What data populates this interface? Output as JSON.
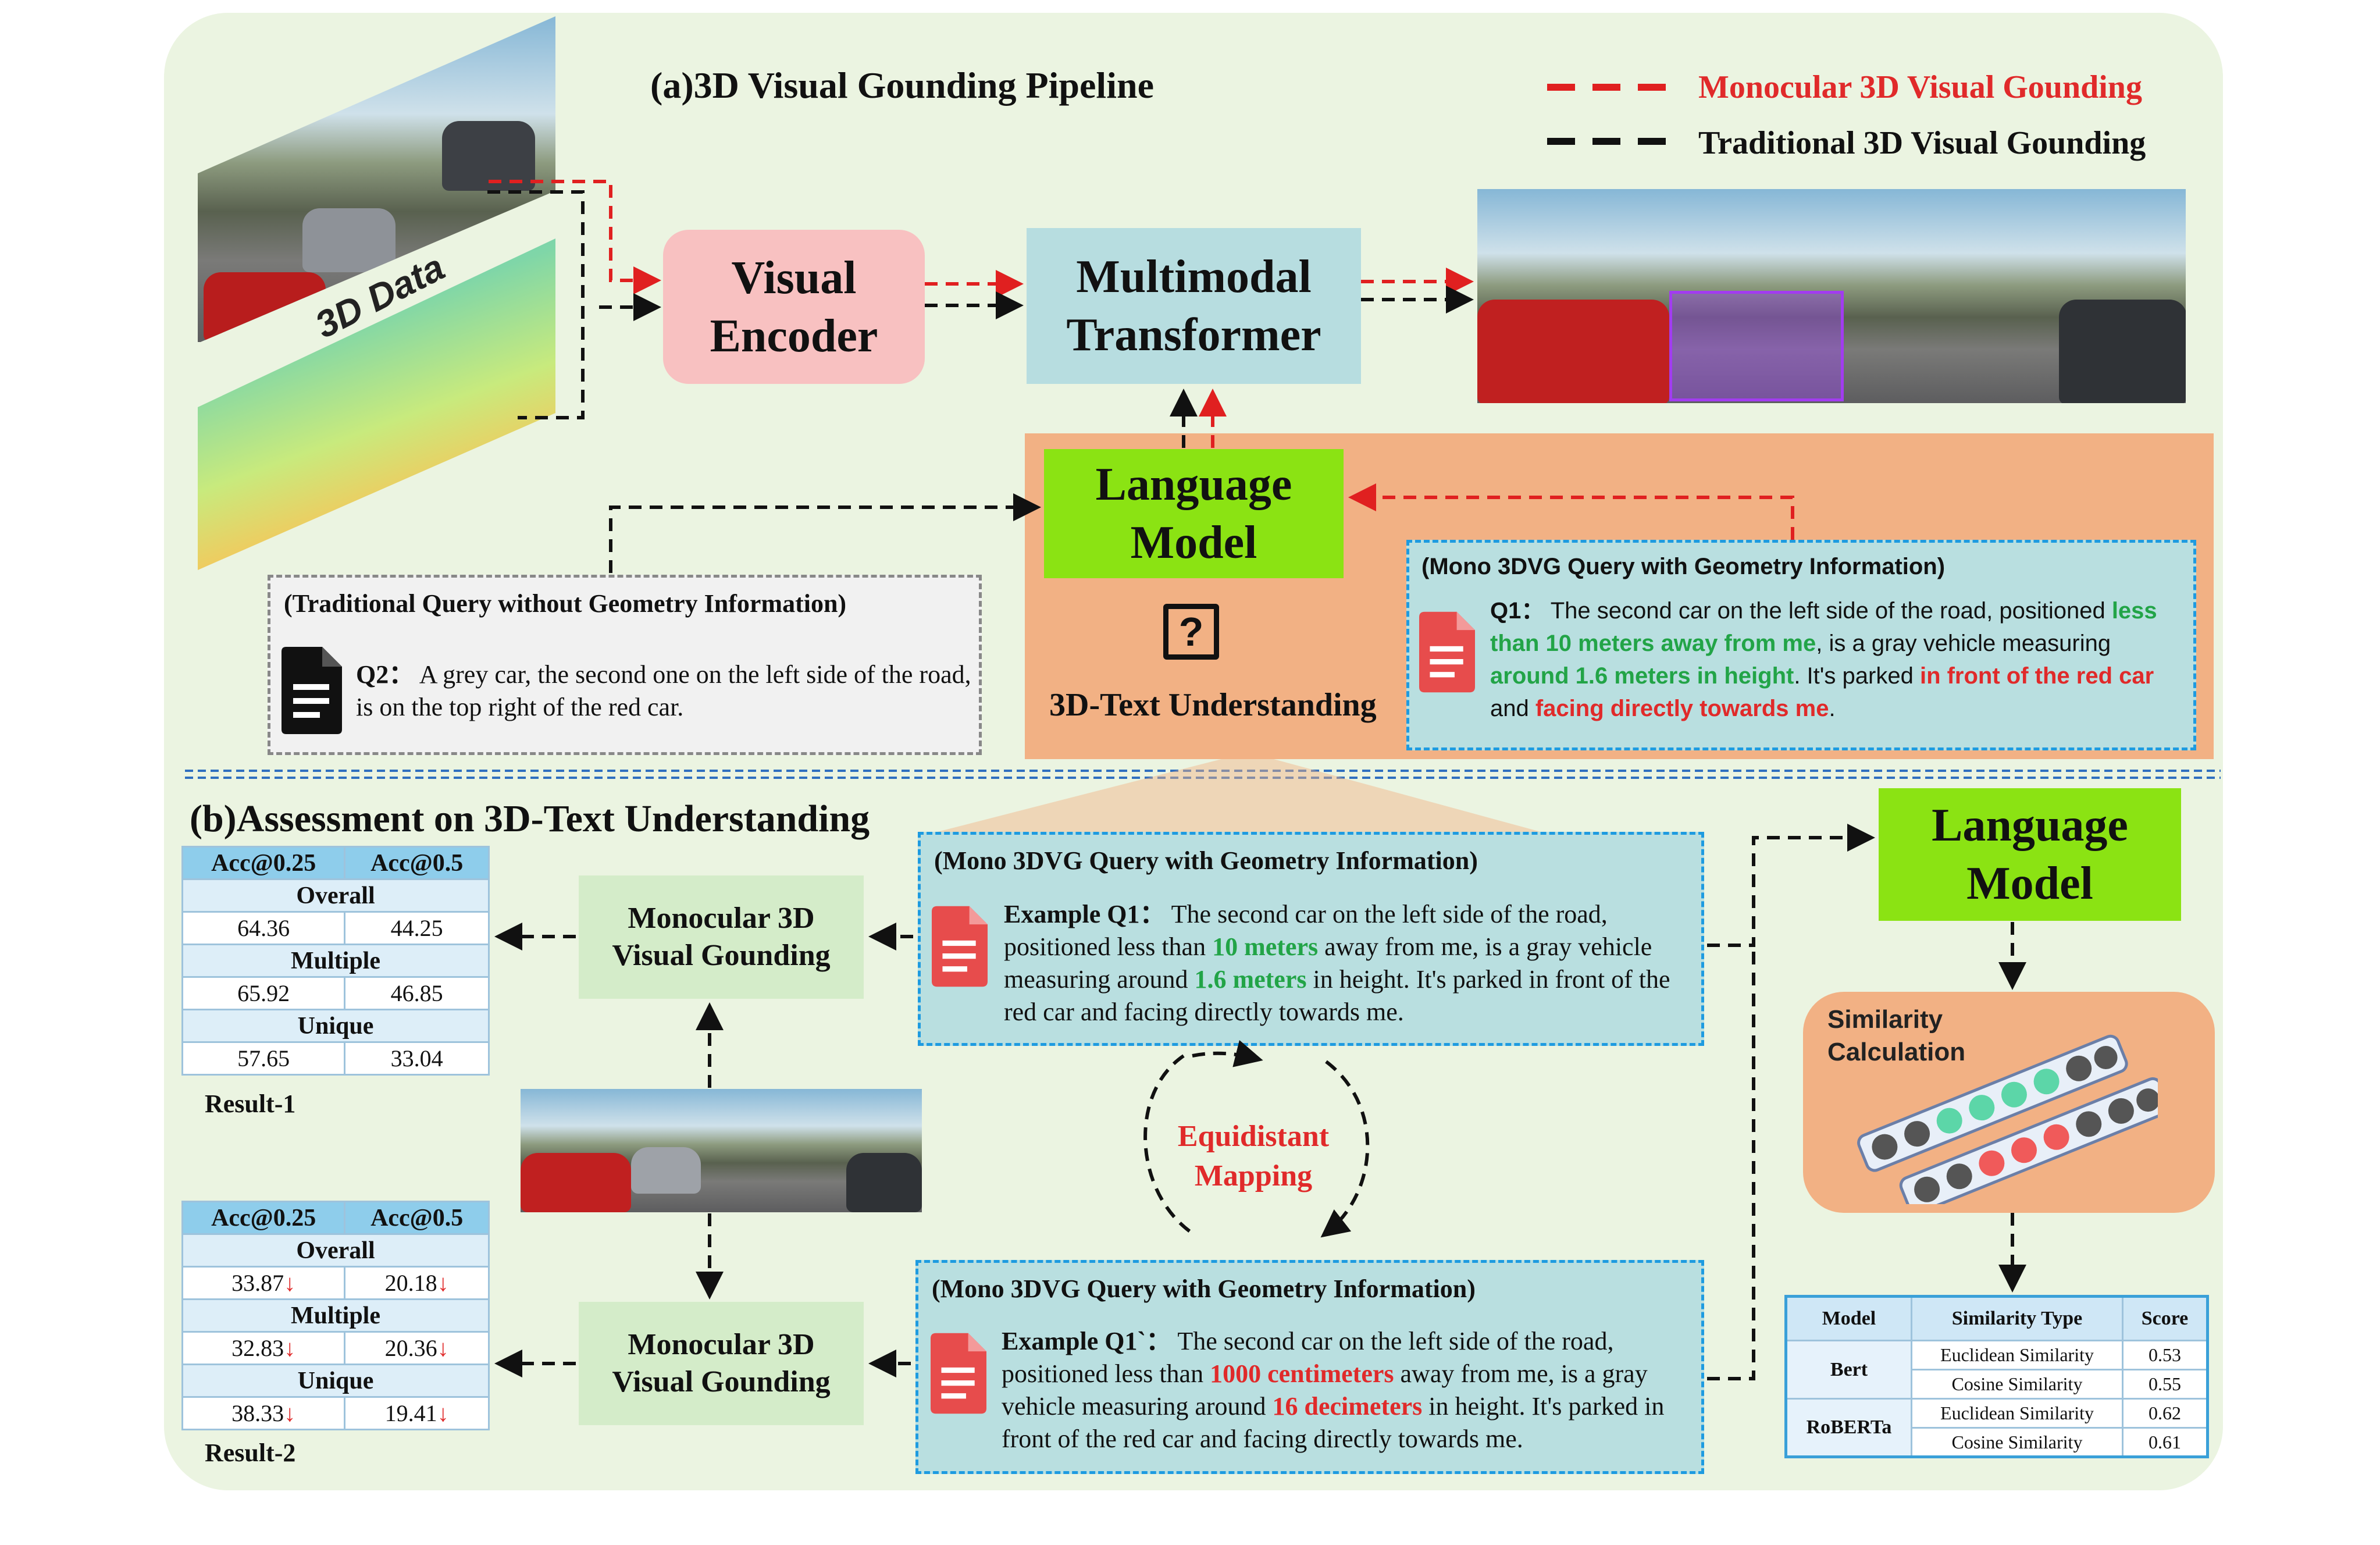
{
  "pipeline": {
    "title": "(a)3D Visual Gounding Pipeline",
    "legend": {
      "mono": "Monocular 3D Visual Gounding",
      "traditional": "Traditional 3D Visual Gounding"
    },
    "data_label": "3D Data",
    "visual_encoder": "Visual Encoder",
    "multimodal_transformer": "Multimodal Transformer",
    "language_model": "Language Model",
    "understanding_label": "3D-Text Understanding",
    "trad_query": {
      "header": "(Traditional Query without Geometry Information)",
      "label": "Q2：",
      "text": " A grey car, the second one on the left side  of the road, is on the top right of the red car."
    },
    "mono_query": {
      "header": "(Mono 3DVG Query with Geometry Information)",
      "label": "Q1：",
      "t1": "The second car on the left side of the road, positioned ",
      "g1": "less than 10 meters away from me",
      "t2": ", is a gray vehicle measuring ",
      "g2": "around 1.6 meters in height",
      "t3": ". It's parked ",
      "r1": "in front of the red car",
      "t4": " and ",
      "r2": "facing directly towards me",
      "t5": "."
    }
  },
  "assessment": {
    "title": "(b)Assessment on 3D-Text Understanding",
    "table_headers": [
      "Acc@0.25",
      "Acc@0.5"
    ],
    "result1": {
      "label": "Result-1",
      "groups": [
        {
          "name": "Overall",
          "values": [
            "64.36",
            "44.25"
          ]
        },
        {
          "name": "Multiple",
          "values": [
            "65.92",
            "46.85"
          ]
        },
        {
          "name": "Unique",
          "values": [
            "57.65",
            "33.04"
          ]
        }
      ]
    },
    "result2": {
      "label": "Result-2",
      "arrow": "↓",
      "groups": [
        {
          "name": "Overall",
          "values": [
            "33.87",
            "20.18"
          ]
        },
        {
          "name": "Multiple",
          "values": [
            "32.83",
            "20.36"
          ]
        },
        {
          "name": "Unique",
          "values": [
            "38.33",
            "19.41"
          ]
        }
      ]
    },
    "mono_grounding": "Monocular 3D Visual Gounding",
    "query1": {
      "header": "(Mono 3DVG Query with Geometry Information)",
      "label": "Example Q1：",
      "t1": " The second car on the left side of the road, positioned less than ",
      "h1": "10 meters",
      "t2": " away from me, is a gray vehicle  measuring around ",
      "h2": "1.6 meters",
      "t3": " in height. It's parked in front of the red car and facing directly towards me."
    },
    "mapping": "Equidistant Mapping",
    "query2": {
      "header": "(Mono 3DVG Query with Geometry Information)",
      "label": "Example Q1`：",
      "t1": " The second car on the left side of the road, positioned less than ",
      "h1": "1000 centimeters",
      "t2": " away from me, is a gray vehicle  measuring around ",
      "h2": "16 decimeters",
      "t3": " in height. It's parked in front of the red car and facing directly towards me."
    },
    "language_model": "Language Model",
    "similarity": "Similarity Calculation",
    "sim_table": {
      "headers": [
        "Model",
        "Similarity Type",
        "Score"
      ],
      "rows": [
        {
          "model": "Bert",
          "type": "Euclidean Similarity",
          "score": "0.53"
        },
        {
          "model": "",
          "type": "Cosine Similarity",
          "score": "0.55"
        },
        {
          "model": "RoBERTa",
          "type": "Euclidean Similarity",
          "score": "0.62"
        },
        {
          "model": "",
          "type": "Cosine Similarity",
          "score": "0.61"
        }
      ]
    }
  },
  "colors": {
    "panel": "#ebf4e1",
    "encoder": "#f8c1c1",
    "transformer": "#b7dde0",
    "language_model": "#8be313",
    "understanding": "#f2b184",
    "query_box": "#b9dfe0",
    "mono_arrow": "#e02020",
    "trad_arrow": "#111111"
  }
}
